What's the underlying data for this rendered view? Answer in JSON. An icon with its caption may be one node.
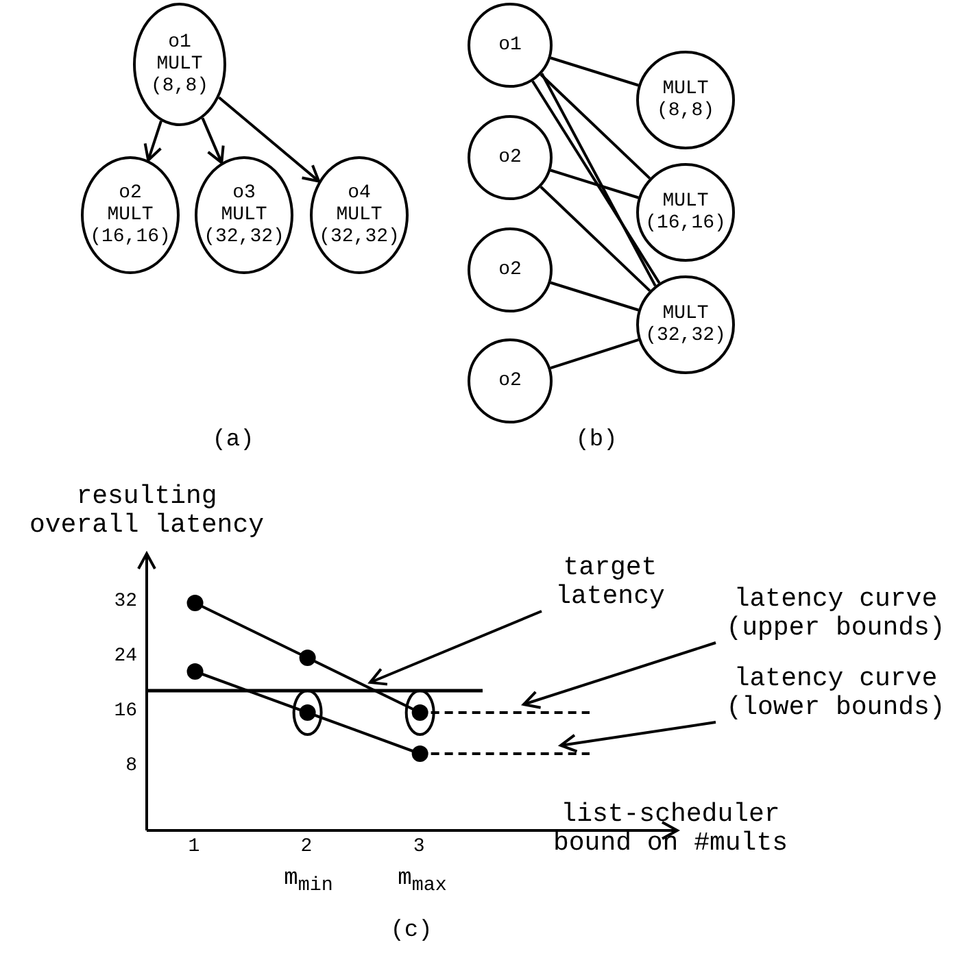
{
  "diagram": {
    "nodes": [
      {
        "text": [
          "o1",
          "MULT (8,8)"
        ]
      },
      {
        "text": [
          "o2",
          "MULT (16,16)"
        ]
      },
      {
        "text": [
          "o3",
          "MULT (32,32)"
        ]
      },
      {
        "text": [
          "o4",
          "MULT (32,32)"
        ]
      },
      {
        "text": [
          "o1"
        ]
      },
      {
        "text": [
          "o2"
        ]
      },
      {
        "text": [
          "o2"
        ]
      },
      {
        "text": [
          "o2"
        ]
      },
      {
        "text": [
          "MULT (8,8)"
        ]
      },
      {
        "text": [
          "MULT (16,16)"
        ]
      },
      {
        "text": [
          "MULT (32,32)"
        ]
      },
      {
        "text": [
          "target latency"
        ]
      },
      {
        "text": [
          "latency curve (upper bounds)"
        ]
      },
      {
        "text": [
          "latency curve (lower bounds)"
        ]
      }
    ],
    "edges": [
      {
        "from": 0,
        "to": 1,
        "arrow": "to"
      },
      {
        "from": 0,
        "to": 2,
        "arrow": "to"
      },
      {
        "from": 0,
        "to": 3,
        "arrow": "to"
      },
      {
        "from": 4,
        "to": 8,
        "arrow": "none"
      },
      {
        "from": 4,
        "to": 9,
        "arrow": "none"
      },
      {
        "from": 4,
        "to": 10,
        "arrow": "none"
      },
      {
        "from": 4,
        "to": 10,
        "arrow": "none"
      },
      {
        "from": 5,
        "to": 9,
        "arrow": "none"
      },
      {
        "from": 5,
        "to": 10,
        "arrow": "none"
      },
      {
        "from": 6,
        "to": 10,
        "arrow": "none"
      },
      {
        "from": 7,
        "to": 10,
        "arrow": "none"
      },
      {
        "from": 11,
        "to": null,
        "arrow": "to"
      },
      {
        "from": 12,
        "to": null,
        "arrow": "to"
      },
      {
        "from": 13,
        "to": null,
        "arrow": "to"
      }
    ],
    "labels": [
      "(a)",
      "(b)",
      "m$_{min}$",
      "m$_{max}$",
      "(c)"
    ],
    "chart_data": {
      "type": "line",
      "xlabel": "list-scheduler bound on #mults",
      "ylabel": "resulting overall latency",
      "x": [
        1,
        2,
        3
      ],
      "xticks": [
        1,
        2,
        3
      ],
      "yticks": [
        8,
        16,
        24,
        32
      ],
      "xlim": [
        0.57,
        5.3
      ],
      "ylim": [
        -1.2,
        39.4
      ],
      "ref_lines": [
        {
          "axis": "y",
          "value": 19.2
        }
      ],
      "series": [
        {
          "values": [
            32,
            24,
            16
          ],
          "marker": "circle"
        },
        {
          "values": [
            22,
            16,
            10
          ],
          "marker": "circle"
        }
      ]
    }
  }
}
